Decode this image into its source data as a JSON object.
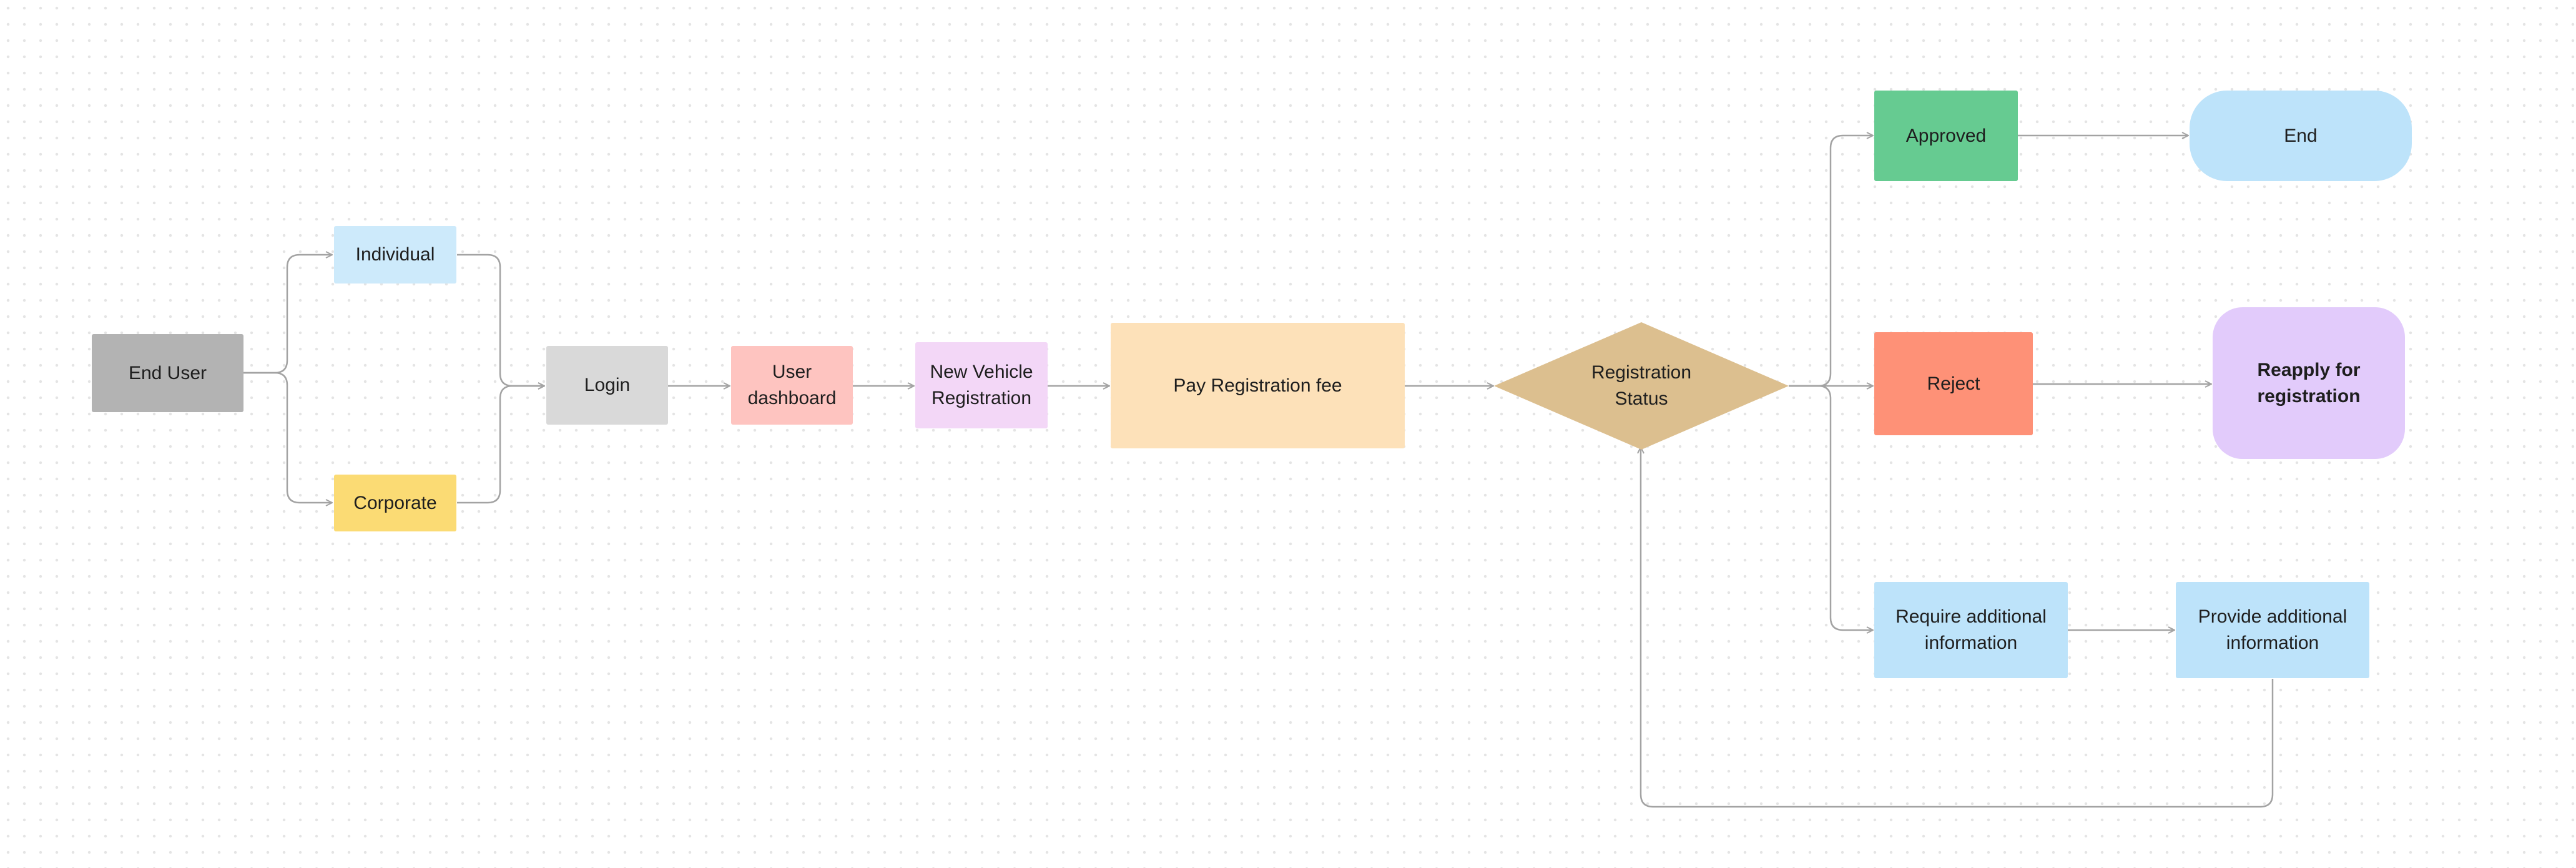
{
  "diagram": {
    "nodes": {
      "end_user": {
        "label": "End User",
        "color": "#b3b3b3"
      },
      "individual": {
        "label": "Individual",
        "color": "#cdeafb"
      },
      "corporate": {
        "label": "Corporate",
        "color": "#fbdb74"
      },
      "login": {
        "label": "Login",
        "color": "#d9d9d9"
      },
      "user_dashboard": {
        "label": "User\ndashboard",
        "color": "#fec4c0"
      },
      "new_vehicle_registration": {
        "label": "New Vehicle\nRegistration",
        "color": "#f3d7f7"
      },
      "pay_registration_fee": {
        "label": "Pay Registration fee",
        "color": "#fde1b9"
      },
      "registration_status": {
        "label": "Registration\nStatus",
        "color": "#dcbf8f"
      },
      "approved": {
        "label": "Approved",
        "color": "#66cb91"
      },
      "reject": {
        "label": "Reject",
        "color": "#fe9177"
      },
      "require_additional_information": {
        "label": "Require additional\ninformation",
        "color": "#bde3fa"
      },
      "end": {
        "label": "End",
        "color": "#bde3fa"
      },
      "reapply_for_registration": {
        "label": "Reapply for\nregistration",
        "color": "#e2cbfb"
      },
      "provide_additional_information": {
        "label": "Provide additional\ninformation",
        "color": "#bde3fa"
      }
    },
    "edges": [
      {
        "from": "end_user",
        "to": "individual"
      },
      {
        "from": "end_user",
        "to": "corporate"
      },
      {
        "from": "individual",
        "to": "login"
      },
      {
        "from": "corporate",
        "to": "login"
      },
      {
        "from": "login",
        "to": "user_dashboard"
      },
      {
        "from": "user_dashboard",
        "to": "new_vehicle_registration"
      },
      {
        "from": "new_vehicle_registration",
        "to": "pay_registration_fee"
      },
      {
        "from": "pay_registration_fee",
        "to": "registration_status"
      },
      {
        "from": "registration_status",
        "to": "approved"
      },
      {
        "from": "registration_status",
        "to": "reject"
      },
      {
        "from": "registration_status",
        "to": "require_additional_information"
      },
      {
        "from": "approved",
        "to": "end"
      },
      {
        "from": "reject",
        "to": "reapply_for_registration"
      },
      {
        "from": "require_additional_information",
        "to": "provide_additional_information"
      },
      {
        "from": "provide_additional_information",
        "to": "registration_status"
      }
    ],
    "edge_color": "#a3a3a3"
  }
}
